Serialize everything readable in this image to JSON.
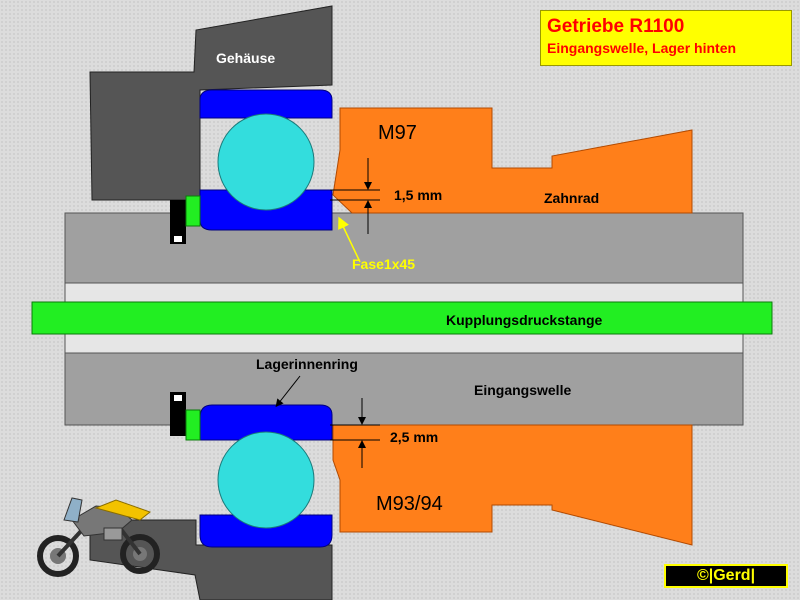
{
  "title": {
    "main": "Getriebe R1100",
    "sub": "Eingangswelle, Lager hinten"
  },
  "labels": {
    "housing": "Gehäuse",
    "gear_top": "M97",
    "gear_bottom": "M93/94",
    "gear": "Zahnrad",
    "gap_top": "1,5 mm",
    "gap_bottom": "2,5 mm",
    "chamfer": "Fase1x45",
    "rod": "Kupplungsdruckstange",
    "inner_ring": "Lagerinnenring",
    "shaft": "Eingangswelle"
  },
  "logo": "©|Gerd|",
  "colors": {
    "housing": "#555555",
    "shaft": "#a0a0a0",
    "rod": "#22ee22",
    "gear": "#ff7f1a",
    "ring": "#0000ff",
    "ball": "#33dddd",
    "title_bg": "#ffff00",
    "title_text": "#ff0000",
    "pointer": "#ffff00"
  },
  "icons": {
    "motorcycle": "motorcycle-icon"
  }
}
